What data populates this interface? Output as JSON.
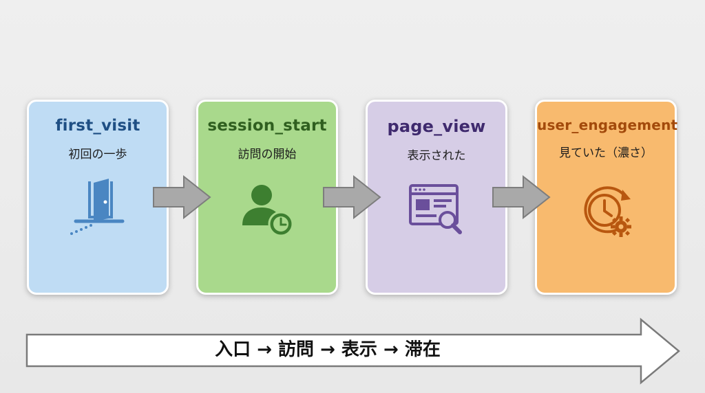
{
  "steps": [
    {
      "event": "first_visit",
      "description": "初回の一歩",
      "icon": "door-entry-icon",
      "color": "#bfdcf4",
      "accent": "#1f4f84"
    },
    {
      "event": "session_start",
      "description": "訪問の開始",
      "icon": "user-clock-icon",
      "color": "#a9d98c",
      "accent": "#2f5f1f"
    },
    {
      "event": "page_view",
      "description": "表示された",
      "icon": "webpage-search-icon",
      "color": "#d6cde6",
      "accent": "#3f2a6e"
    },
    {
      "event": "user_engagement",
      "description": "見ていた（濃さ）",
      "icon": "clock-gear-icon",
      "color": "#f8ba6e",
      "accent": "#a34a0b"
    }
  ],
  "flow_label": "入口 → 訪問 → 表示 → 滞在"
}
